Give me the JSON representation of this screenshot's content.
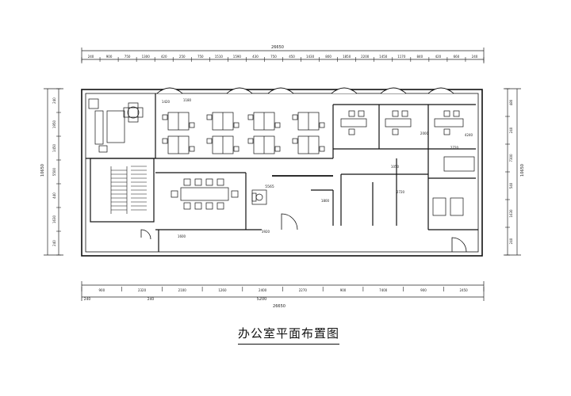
{
  "title": "办公室平面布置图",
  "dims": {
    "top_total": "26650",
    "top_chain": [
      "240",
      "900",
      "750",
      "1300",
      "420",
      "250",
      "750",
      "1510",
      "1590",
      "430",
      "750",
      "450",
      "1430",
      "800",
      "1850",
      "2200",
      "1450",
      "1170",
      "840",
      "420",
      "660",
      "240"
    ],
    "bottom_chain": [
      "900",
      "2320",
      "2100",
      "1260",
      "2400",
      "2270",
      "900",
      "7400",
      "900",
      "2450"
    ],
    "bottom_small": [
      "240",
      "240"
    ],
    "bottom_mid": "5200",
    "bottom_total": "26650",
    "left_chain": [
      "240",
      "1950",
      "1450",
      "5500",
      "440",
      "1630",
      "240"
    ],
    "left_total": "10650",
    "right_chain": [
      "480",
      "240",
      "7300",
      "540",
      "1630",
      "240"
    ],
    "right_total": "10650"
  },
  "room_labels": {
    "a": "1420",
    "b": "1180",
    "c": "5565",
    "d": "1050",
    "e": "2000",
    "f": "2720",
    "g": "4240",
    "h": "2720",
    "i": "1600",
    "j": "1800",
    "k": "3920"
  }
}
